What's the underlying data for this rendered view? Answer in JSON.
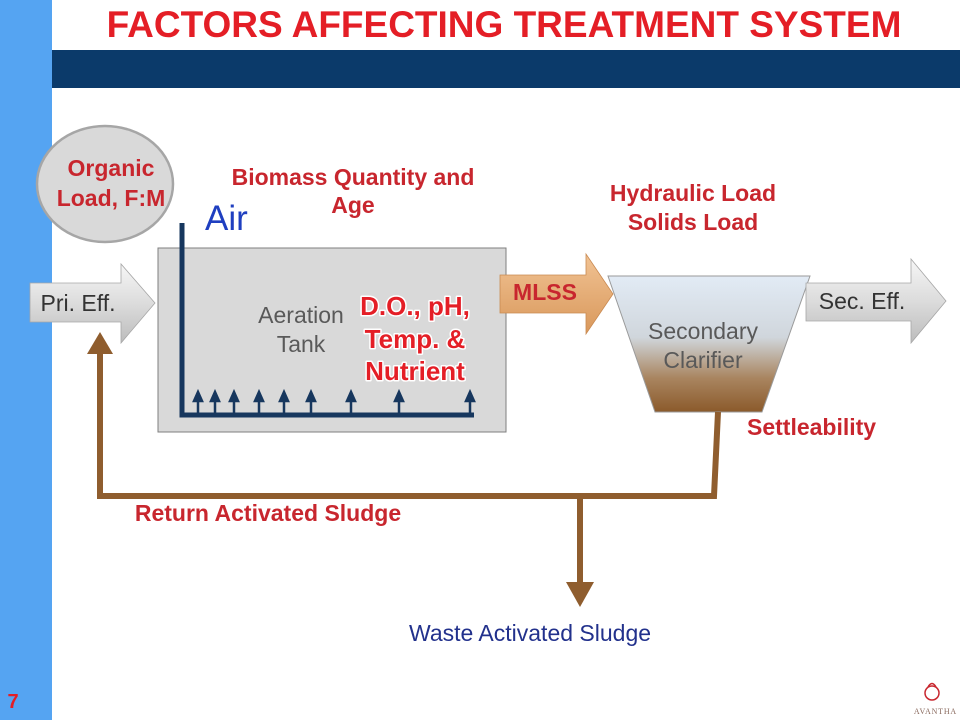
{
  "slide": {
    "title": "FACTORS AFFECTING TREATMENT SYSTEM",
    "page_number": "7",
    "logo_text": "AVANTHA",
    "logo_icon": "avantha-logo-icon"
  },
  "diagram": {
    "organic_load": [
      "Organic",
      "Load, F:M"
    ],
    "biomass": [
      "Biomass Quantity and",
      "Age"
    ],
    "air": "Air",
    "hydraulic_solids": [
      "Hydraulic Load",
      "Solids Load"
    ],
    "primary_effluent": "Pri. Eff.",
    "aeration_tank": [
      "Aeration",
      "Tank"
    ],
    "tank_conditions": [
      "D.O., pH,",
      "Temp. &",
      "Nutrient"
    ],
    "mlss": "MLSS",
    "secondary_clarifier": [
      "Secondary",
      "Clarifier"
    ],
    "secondary_effluent": "Sec. Eff.",
    "settleability": "Settleability",
    "return_sludge": "Return Activated Sludge",
    "waste_sludge": "Waste Activated Sludge"
  },
  "colors": {
    "title_red": "#e41e26",
    "label_red": "#c8262e",
    "air_blue": "#1f3fc0",
    "header_navy": "#0b3a6a",
    "side_bar_blue": "#55a4f2",
    "sludge_brown": "#8f5d2e",
    "pipe_navy": "#17375e",
    "text_gray": "#595959",
    "waste_text_blue": "#22318c"
  }
}
